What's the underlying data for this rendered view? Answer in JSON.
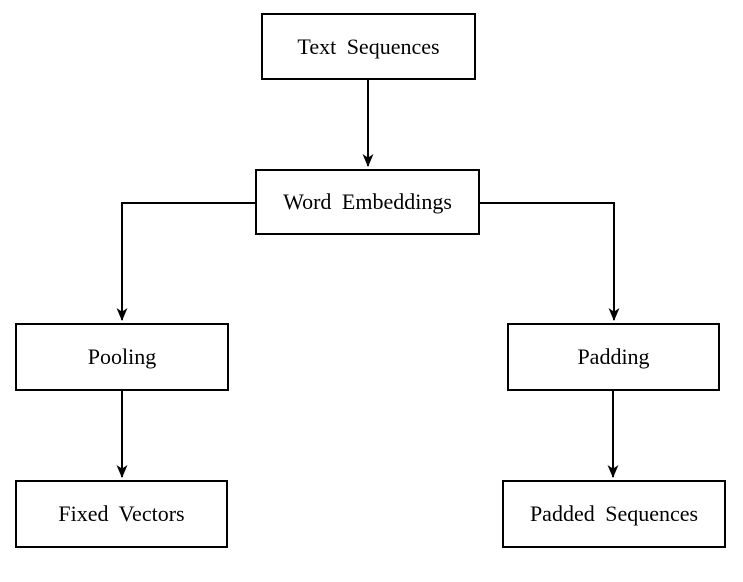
{
  "diagram": {
    "type": "flowchart",
    "colors": {
      "background": "#ffffff",
      "box_fill": "#ffffff",
      "box_border": "#000000",
      "text": "#000000",
      "arrow": "#000000"
    },
    "nodes": {
      "text_sequences": {
        "label": "Text Sequences"
      },
      "word_embeddings": {
        "label": "Word Embeddings"
      },
      "pooling": {
        "label": "Pooling"
      },
      "padding": {
        "label": "Padding"
      },
      "fixed_vectors": {
        "label": "Fixed Vectors"
      },
      "padded_sequences": {
        "label": "Padded Sequences"
      }
    },
    "edges": [
      {
        "from": "Text Sequences",
        "to": "Word Embeddings",
        "style": "straight-down"
      },
      {
        "from": "Word Embeddings",
        "to": "Pooling",
        "style": "orthogonal-left-then-down"
      },
      {
        "from": "Word Embeddings",
        "to": "Padding",
        "style": "orthogonal-right-then-down"
      },
      {
        "from": "Pooling",
        "to": "Fixed Vectors",
        "style": "straight-down"
      },
      {
        "from": "Padding",
        "to": "Padded Sequences",
        "style": "straight-down"
      }
    ]
  }
}
